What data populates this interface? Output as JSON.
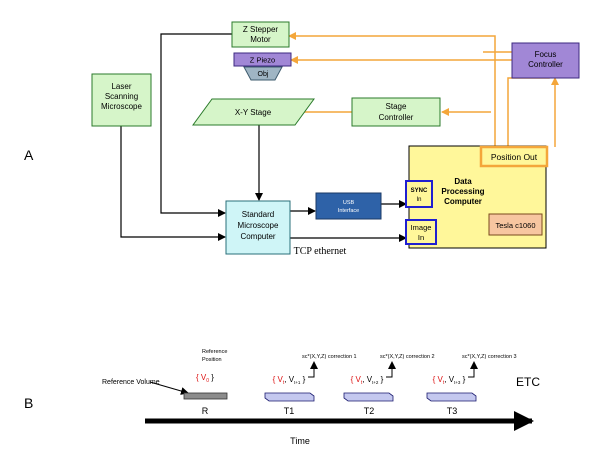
{
  "panel_a": {
    "label": "A",
    "z_stepper_motor": [
      "Z Stepper",
      "Motor"
    ],
    "z_piezo": "Z Piezo",
    "obj": "Obj",
    "focus_controller": [
      "Focus",
      "Controller"
    ],
    "laser_scanning_microscope": [
      "Laser",
      "Scanning",
      "Microscope"
    ],
    "xy_stage": "X-Y Stage",
    "stage_controller": [
      "Stage",
      "Controller"
    ],
    "data_processing_computer": [
      "Data",
      "Processing",
      "Computer"
    ],
    "position_out": "Position Out",
    "sync_in": [
      "SYNC",
      "In"
    ],
    "image_in": [
      "Image",
      "In"
    ],
    "tesla": "Tesla c1060",
    "usb_interface": [
      "USB",
      "Interface"
    ],
    "standard_microscope_computer": [
      "Standard",
      "Microscope",
      "Computer"
    ],
    "tcp_ethernet": "TCP ethernet",
    "colors": {
      "green_box": "#d6f5c9",
      "yellow_box": "#fff79a",
      "purple_box": "#a187d6",
      "cyan_box": "#cff5f7",
      "usb_box": "#2e62a8",
      "tesla_box": "#f7c6a0",
      "orange": "#f4a63a",
      "blue_border": "#1f1fd0"
    }
  },
  "panel_b": {
    "label": "B",
    "reference_position": [
      "Reference",
      "Position"
    ],
    "reference_volume": "Reference Volume",
    "etc": "ETC",
    "time": "Time",
    "frames": [
      {
        "label": "R",
        "vector": "{ V",
        "sub": "0",
        "close": " }"
      },
      {
        "label": "T1",
        "vector": "{ V",
        "sub": "t",
        "extra": ", V",
        "extra_sub": "t+1",
        "close": " }",
        "correction": "sc*(X,Y,Z) correction 1"
      },
      {
        "label": "T2",
        "vector": "{ V",
        "sub": "t",
        "extra": ", V",
        "extra_sub": "t+2",
        "close": " }",
        "correction": "sc*(X,Y,Z) correction 2"
      },
      {
        "label": "T3",
        "vector": "{ V",
        "sub": "t",
        "extra": ", V",
        "extra_sub": "t+3",
        "close": " }",
        "correction": "sc*(X,Y,Z) correction 3"
      }
    ]
  }
}
